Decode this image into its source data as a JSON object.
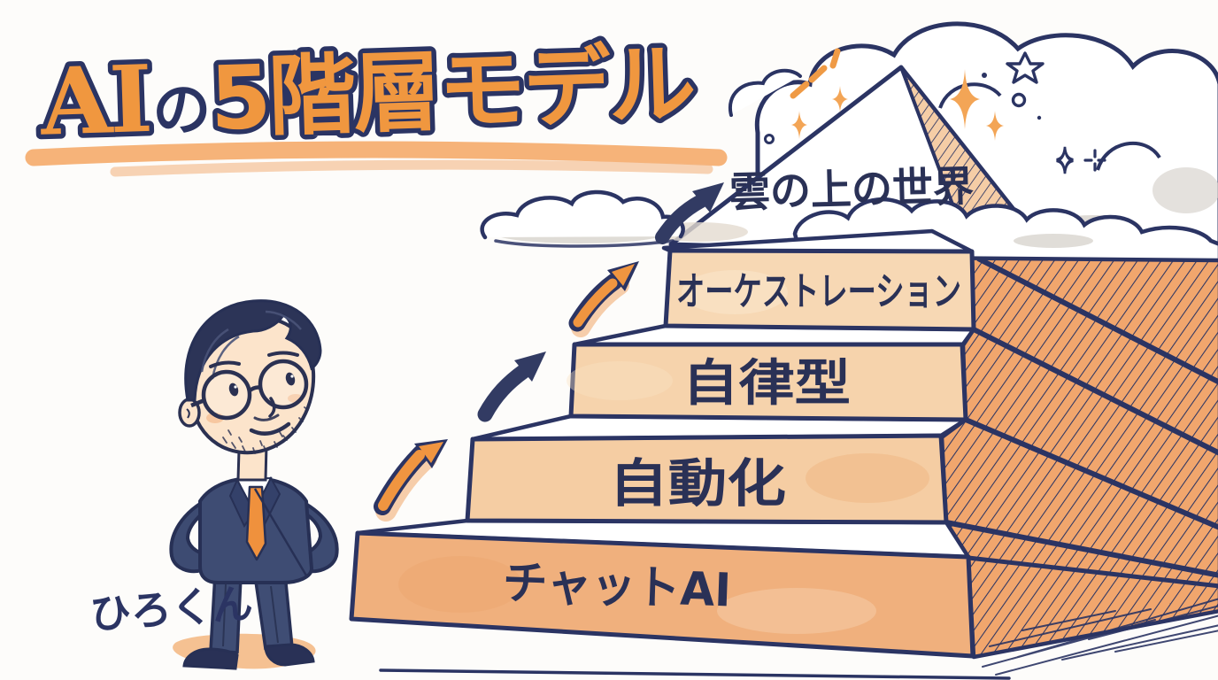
{
  "title": {
    "full_text": "AIの5階層モデル",
    "segments": [
      {
        "text": "AI",
        "color": "#f0973f"
      },
      {
        "text": "の",
        "color": "#2b3463"
      },
      {
        "text": "5階層モデル",
        "color": "#f0973f"
      }
    ]
  },
  "pyramid": {
    "levels": [
      {
        "rank": 1,
        "label": "チャットAI"
      },
      {
        "rank": 2,
        "label": "自動化"
      },
      {
        "rank": 3,
        "label": "自律型"
      },
      {
        "rank": 4,
        "label": "オーケストレーション"
      },
      {
        "rank": 5,
        "label": "雲の上の世界"
      }
    ]
  },
  "character": {
    "name": "ひろくん"
  },
  "colors": {
    "ink_navy": "#2b3463",
    "accent_orange": "#f0973f",
    "step_face_light": "#f6d3ac",
    "step_face_bottom": "#f0b07d",
    "hatch_fill": "#f1a66d",
    "underline_orange": "#f5ab6a",
    "cloud_gray": "#d8d4ce"
  }
}
